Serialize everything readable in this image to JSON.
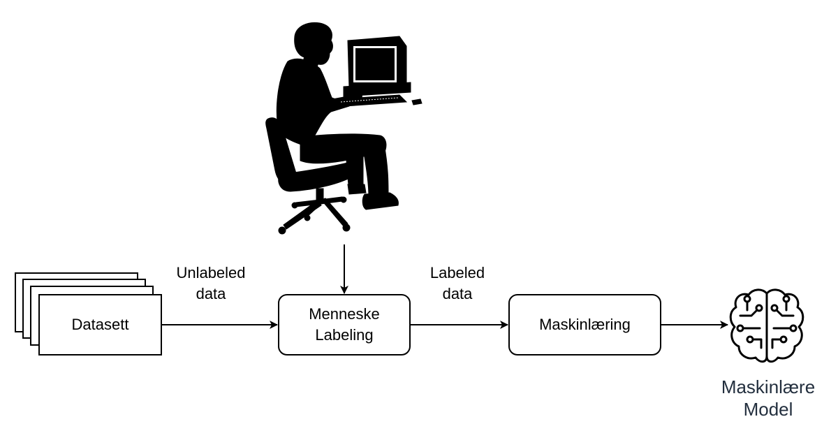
{
  "nodes": {
    "dataset": {
      "label": "Datasett"
    },
    "human_labeling": {
      "line1": "Menneske",
      "line2": "Labeling"
    },
    "ml": {
      "label": "Maskinlæring"
    },
    "model": {
      "line1": "Maskinlære",
      "line2": "Model"
    }
  },
  "edges": {
    "unlabeled": {
      "line1": "Unlabeled",
      "line2": "data"
    },
    "labeled": {
      "line1": "Labeled",
      "line2": "data"
    }
  },
  "icons": {
    "human": "person-at-computer-icon",
    "model": "ml-brain-icon"
  },
  "colors": {
    "stroke": "#000000",
    "model_text": "#232F3E"
  }
}
